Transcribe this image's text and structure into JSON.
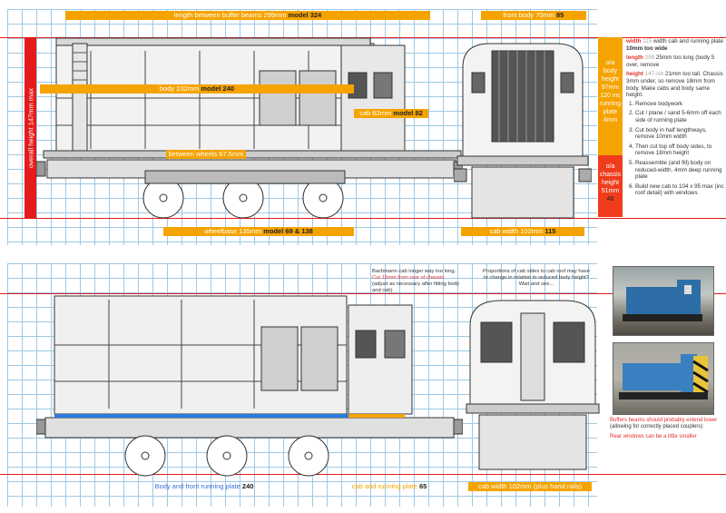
{
  "top_labels": {
    "length": {
      "text": "length between buffer beams 299mm",
      "model": "model 324"
    },
    "front_body": {
      "text": "front body 70mm",
      "model": "85"
    },
    "body": {
      "text": "body 232mm",
      "model": "model 240"
    },
    "cab": {
      "text": "cab 62mm",
      "model": "model 82"
    },
    "between_wheels": {
      "text": "between wheels 67.5mm"
    },
    "wheelbase": {
      "text": "wheelbase 135mm",
      "model": "model 69 & 138"
    },
    "cab_width": {
      "text": "cab width 102mm",
      "model": "115"
    },
    "overall_height": "overall height 147mm max"
  },
  "side_box": {
    "body": [
      "o/a",
      "body",
      "height",
      "97mm",
      "120 inc",
      "running",
      "plate",
      "4mm"
    ],
    "chassis": [
      "o/a",
      "chassis",
      "height",
      "51mm",
      "48"
    ]
  },
  "notes": {
    "width_key": "width",
    "width_hl": "115",
    "width_text": "width cab and running plate",
    "width_bold": "10mm too wide",
    "length_key": "length",
    "length_hl": "299",
    "length_text": "25mm too long (body 5 over, remove",
    "height_key": "height",
    "height_hl": "147-ish",
    "height_text": "21mm too tall. Chassis 3mm under, so remove 18mm from body. Make cabs and body same height.",
    "steps": [
      "Remove bodywork",
      "Cut / plane / sand 5-6mm off each side of running plate",
      "Cut body in half lengthways, remove 10mm width",
      "Then cut top off body sides, to remove 18mm height",
      "Reassemble (and fill) body on reduced-width, 4mm deep running plate",
      "Build new cab to 104 x 95 max (inc roof detail) with windows"
    ]
  },
  "bottom": {
    "note_cab": "Bachmann cab longer way too long.",
    "note_cab_red": "Cut 16mm from rear of chassis",
    "note_cab_sub": "(adjust as necessary after fitting body and cab)",
    "note_prop": "Proportions of cab sides to cab roof may have to change in relation to reduced body height? Wait and see...",
    "body_running_plate": "Body and front running plate",
    "body_running_plate_val": "240",
    "cab_running_plate": "cab and running plate",
    "cab_running_plate_val": "65",
    "cab_width_rails": "cab width 102mm (plus hand rails)",
    "caption1": "Buffers beams should probably extend lower",
    "caption1_sub": "(allowing for correctly placed couplers)",
    "caption2": "Rear windows can be a little smaller"
  },
  "colors": {
    "orange": "#f5a300",
    "red": "#e51b1b",
    "blue": "#2a7ae0",
    "grid": "#9ec9e6"
  }
}
